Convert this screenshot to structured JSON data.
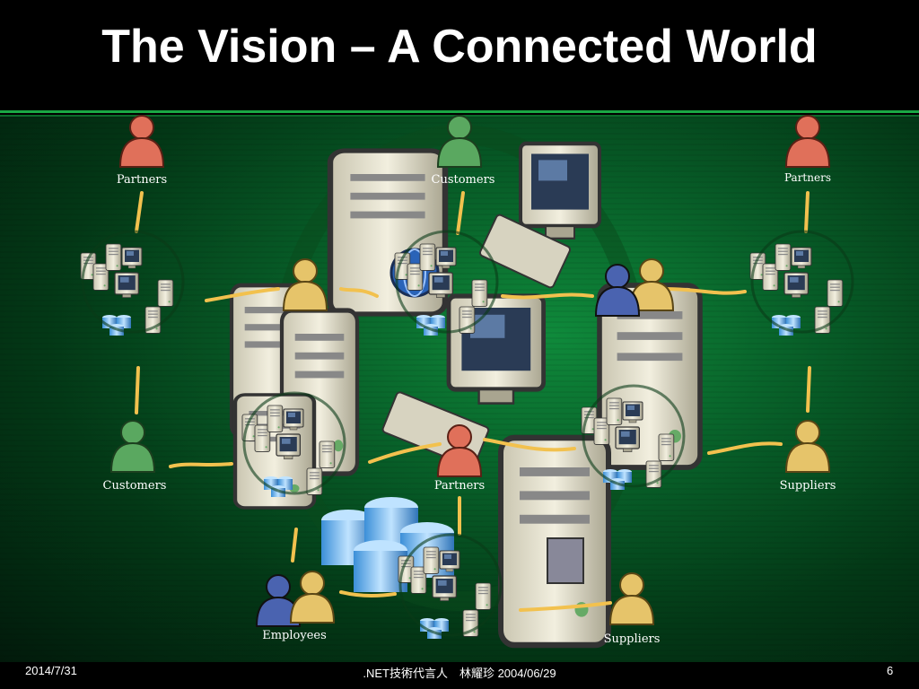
{
  "slide": {
    "title": "The Vision – A Connected World",
    "footer_date": "2014/7/31",
    "footer_center": ".NET技術代言人　林耀珍 2004/06/29",
    "page_number": "6"
  },
  "labels": {
    "partners_top_left": "Partners",
    "customers_top": "Customers",
    "partners_top_right": "Partners",
    "customers_left": "Customers",
    "partners_center": "Partners",
    "suppliers_right": "Suppliers",
    "employees": "Employees",
    "suppliers_bottom": "Suppliers"
  },
  "colors": {
    "partner": "#e0705a",
    "customer": "#5aa860",
    "supplier": "#e6c46a",
    "employee": "#e6c46a",
    "connector": "#f2c14e",
    "accent_green": "#19c44a"
  }
}
